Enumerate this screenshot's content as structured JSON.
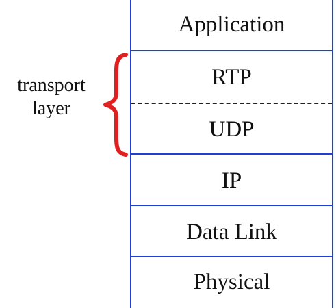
{
  "diagram": {
    "layers": [
      {
        "id": "application",
        "label": "Application"
      },
      {
        "id": "rtp",
        "label": "RTP"
      },
      {
        "id": "udp",
        "label": "UDP"
      },
      {
        "id": "ip",
        "label": "IP"
      },
      {
        "id": "data-link",
        "label": "Data Link"
      },
      {
        "id": "physical",
        "label": "Physical"
      }
    ],
    "brace": {
      "label_line1": "transport",
      "label_line2": "layer",
      "color": "#e02020"
    },
    "colors": {
      "border": "#1f3fd8",
      "dash": "#222222"
    }
  }
}
